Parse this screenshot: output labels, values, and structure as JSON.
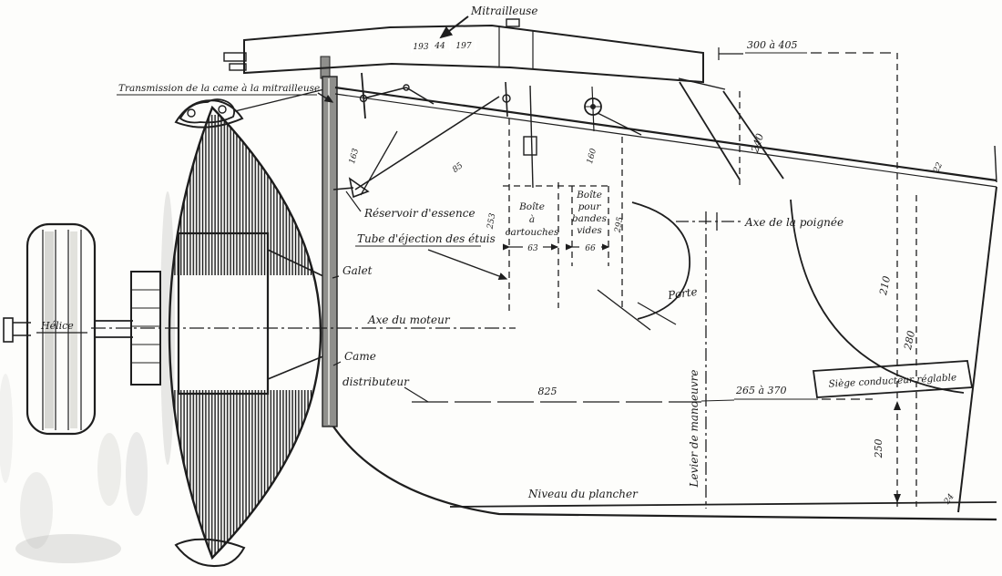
{
  "drawing": {
    "labels": {
      "mitrailleuse": "Mitrailleuse",
      "transmission": "Transmission de la came à la mitrailleuse",
      "reservoir": "Réservoir d'essence",
      "tube_ejection": "Tube d'éjection des étuis",
      "boite_cartouches": [
        "Boîte",
        "à",
        "cartouches"
      ],
      "boite_bandes": [
        "Boîte",
        "pour",
        "bandes",
        "vides"
      ],
      "galet": "Galet",
      "axe_moteur": "Axe du moteur",
      "came": "Came",
      "distributeur": "distributeur",
      "helice": "Hélice",
      "porte": "Porte",
      "axe_poignee": "Axe de la poignée",
      "levier": "Levier de manoeuvre",
      "niveau_plancher": "Niveau du plancher",
      "siege": "Siège conducteur réglable"
    },
    "dimensions": {
      "top_span": "300 à 405",
      "strut": "240",
      "edge_gap": "22",
      "gun_seg_a": "193",
      "gun_seg_b": "44",
      "gun_seg_c": "197",
      "mount_front": "163",
      "mount_diag": "85",
      "mount_mid": "160",
      "box_height": "253",
      "cartouche_width": "63",
      "bandes_width": "66",
      "porte_height": "295",
      "length": "825",
      "lever_range": "265 à 370",
      "seat_a": "210",
      "seat_b": "280",
      "seat_height": "250",
      "floor_gap": "24"
    },
    "colors": {
      "ink": "#1e1e1e",
      "firewall_gray": "#8f8f8c",
      "paper": "#fdfdfb"
    }
  }
}
